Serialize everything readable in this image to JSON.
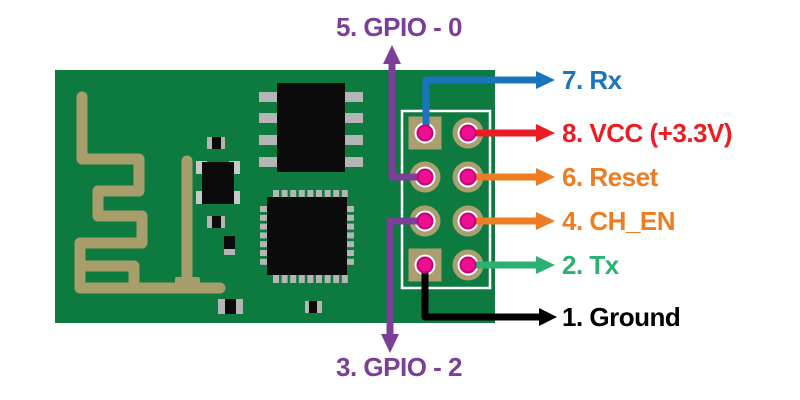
{
  "colors": {
    "pcb_green": "#0d7a40",
    "antenna_tan": "#a89e6b",
    "pad_tan": "#ab9f70",
    "hole_magenta": "#ee0f90",
    "hole_magenta_dark": "#c70379",
    "chip_black": "#0b0b0b",
    "pin_gray": "#b5b5b5",
    "crystal_pad_gray": "#c8c8c8",
    "outline_white": "#ffffff"
  },
  "labels": {
    "gpio0": {
      "text": "5. GPIO - 0",
      "color": "#7b3f98"
    },
    "gpio2": {
      "text": "3. GPIO - 2",
      "color": "#7b3f98"
    },
    "rx": {
      "text": "7. Rx",
      "color": "#1b75bc"
    },
    "vcc": {
      "text": "8. VCC (+3.3V)",
      "color": "#ed1c24"
    },
    "reset": {
      "text": "6. Reset",
      "color": "#ed7d23"
    },
    "ch_en": {
      "text": "4. CH_EN",
      "color": "#ed7d23"
    },
    "tx": {
      "text": "2. Tx",
      "color": "#2bb273"
    },
    "ground": {
      "text": "1. Ground",
      "color": "#000000"
    }
  }
}
